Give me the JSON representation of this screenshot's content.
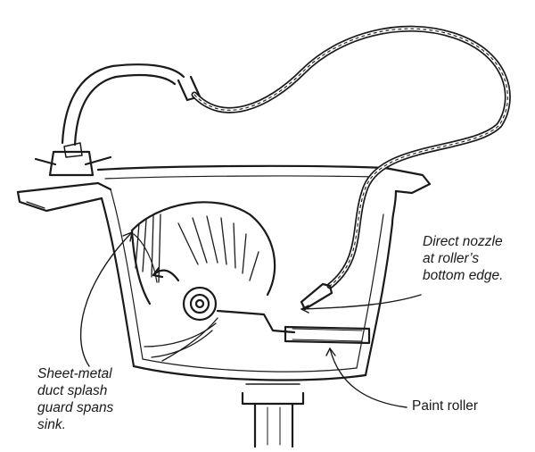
{
  "callouts": {
    "nozzle": {
      "lines": [
        "Direct nozzle",
        "at roller’s",
        "bottom edge."
      ]
    },
    "splash_guard": {
      "lines": [
        "Sheet-metal",
        "duct splash",
        "guard spans",
        "sink."
      ]
    },
    "paint_roller": {
      "lines": [
        "Paint roller"
      ]
    }
  },
  "colors": {
    "ink": "#1a1a1a",
    "background": "#ffffff"
  }
}
